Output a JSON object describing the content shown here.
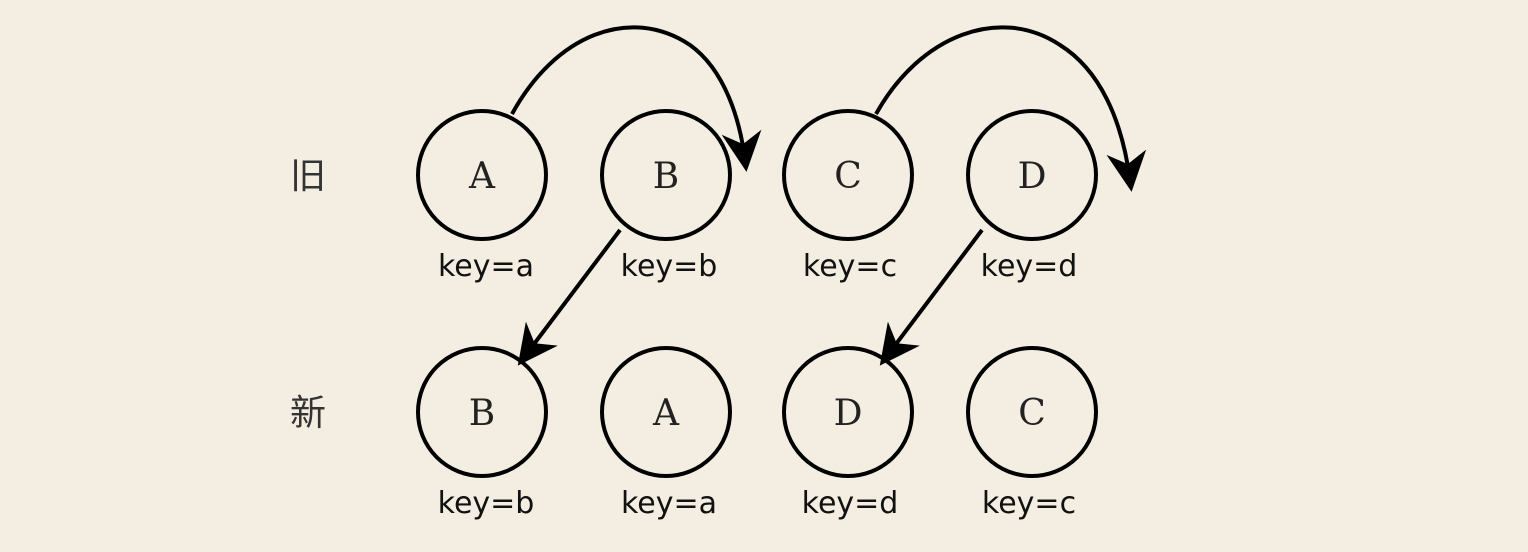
{
  "rows": [
    {
      "label": "旧",
      "nodes": [
        {
          "letter": "A",
          "key": "key=a"
        },
        {
          "letter": "B",
          "key": "key=b"
        },
        {
          "letter": "C",
          "key": "key=c"
        },
        {
          "letter": "D",
          "key": "key=d"
        }
      ]
    },
    {
      "label": "新",
      "nodes": [
        {
          "letter": "B",
          "key": "key=b"
        },
        {
          "letter": "A",
          "key": "key=a"
        },
        {
          "letter": "D",
          "key": "key=d"
        },
        {
          "letter": "C",
          "key": "key=c"
        }
      ]
    }
  ],
  "colors": {
    "background": "#f3eee1",
    "stroke": "#000000"
  }
}
